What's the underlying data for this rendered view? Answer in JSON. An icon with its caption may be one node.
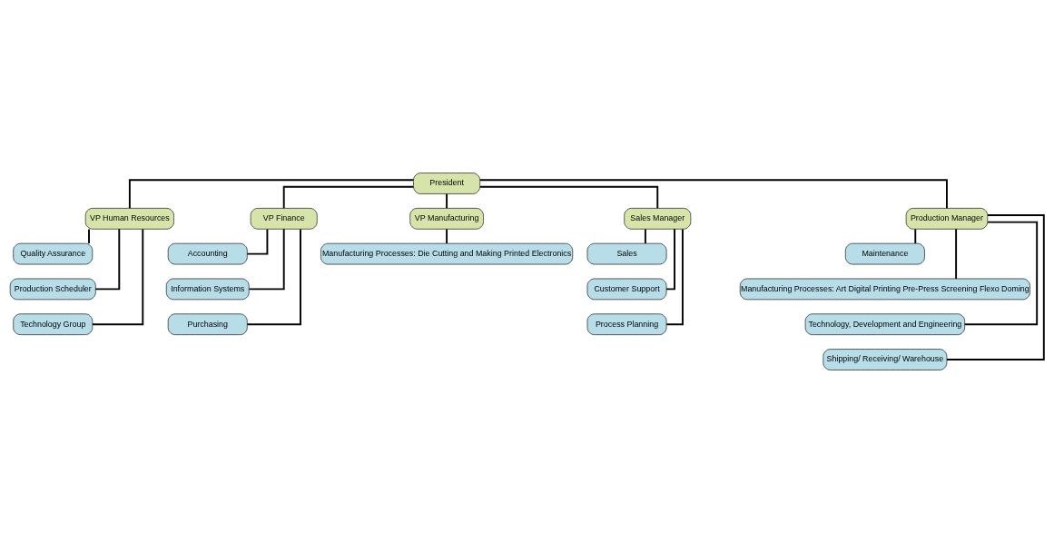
{
  "diagram": {
    "nodes": [
      {
        "text": [
          "President"
        ]
      },
      {
        "text": [
          "VP Human Resources"
        ]
      },
      {
        "text": [
          "VP Finance"
        ]
      },
      {
        "text": [
          "VP Manufacturing"
        ]
      },
      {
        "text": [
          "Sales Manager"
        ]
      },
      {
        "text": [
          "Production Manager"
        ]
      },
      {
        "text": [
          "Quality Assurance"
        ]
      },
      {
        "text": [
          "Production Scheduler"
        ]
      },
      {
        "text": [
          "Technology Group"
        ]
      },
      {
        "text": [
          "Accounting"
        ]
      },
      {
        "text": [
          "Information Systems"
        ]
      },
      {
        "text": [
          "Purchasing"
        ]
      },
      {
        "text": [
          "Manufacturing Processes: Die Cutting and Making Printed Electronics"
        ]
      },
      {
        "text": [
          "Sales"
        ]
      },
      {
        "text": [
          "Customer Support"
        ]
      },
      {
        "text": [
          "Process Planning"
        ]
      },
      {
        "text": [
          "Maintenance"
        ]
      },
      {
        "text": [
          "Manufacturing Processes: Art Digital Printing Pre-Press Screening Flexo Doming"
        ]
      },
      {
        "text": [
          "Technology, Development and Engineering"
        ]
      },
      {
        "text": [
          "Shipping/ Receiving/ Warehouse"
        ]
      }
    ],
    "edges": [
      {
        "from": 0,
        "to": 1,
        "arrow": "none"
      },
      {
        "from": 0,
        "to": 2,
        "arrow": "none"
      },
      {
        "from": 0,
        "to": 3,
        "arrow": "none"
      },
      {
        "from": 0,
        "to": 4,
        "arrow": "none"
      },
      {
        "from": 0,
        "to": 5,
        "arrow": "none"
      },
      {
        "from": 1,
        "to": 6,
        "arrow": "none"
      },
      {
        "from": 1,
        "to": 7,
        "arrow": "none"
      },
      {
        "from": 1,
        "to": 8,
        "arrow": "none"
      },
      {
        "from": 2,
        "to": 9,
        "arrow": "none"
      },
      {
        "from": 2,
        "to": 10,
        "arrow": "none"
      },
      {
        "from": 2,
        "to": 11,
        "arrow": "none"
      },
      {
        "from": 3,
        "to": 12,
        "arrow": "none"
      },
      {
        "from": 4,
        "to": 13,
        "arrow": "none"
      },
      {
        "from": 4,
        "to": 14,
        "arrow": "none"
      },
      {
        "from": 4,
        "to": 15,
        "arrow": "none"
      },
      {
        "from": 5,
        "to": 16,
        "arrow": "none"
      },
      {
        "from": 5,
        "to": 17,
        "arrow": "none"
      },
      {
        "from": 5,
        "to": 18,
        "arrow": "none"
      },
      {
        "from": 5,
        "to": 19,
        "arrow": "none"
      }
    ]
  }
}
